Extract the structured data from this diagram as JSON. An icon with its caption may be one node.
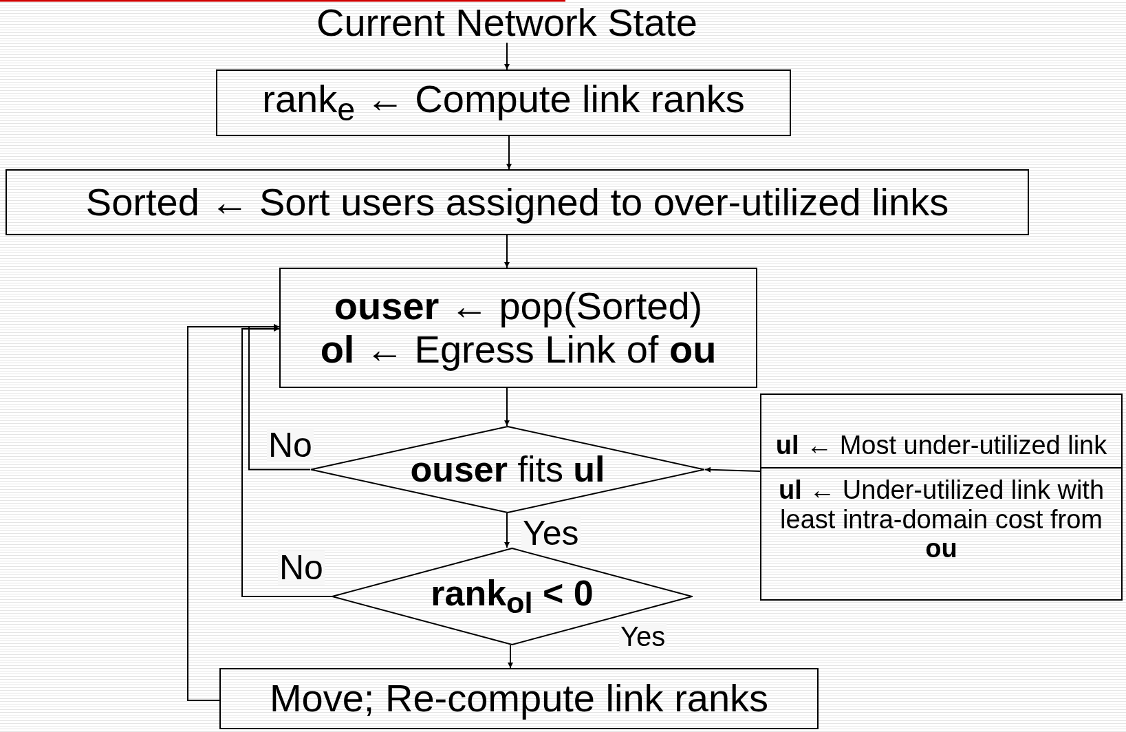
{
  "diagram": {
    "nodes": [
      {
        "text": [
          "Current Network State"
        ]
      },
      {
        "text": [
          "rank$_{e}$ ← Compute link ranks"
        ]
      },
      {
        "text": [
          "Sorted ← Sort users assigned to over-utilized links"
        ]
      },
      {
        "text": [
          "**ouser** ← pop(Sorted)",
          "**ol** ← Egress Link of **ou**"
        ]
      },
      {
        "text": [
          "**ouser** fits **ul**"
        ]
      },
      {
        "text": [
          "rank$_{ol}$ < 0"
        ]
      },
      {
        "text": [
          "Move; Re-compute link ranks"
        ]
      },
      {
        "text": [
          "**ul** ← Most under-utilized link",
          "**ul** ← Under-utilized link with least intra-domain cost from **ou**"
        ]
      }
    ],
    "edges": [
      {
        "from": 0,
        "to": 1,
        "arrow": "to"
      },
      {
        "from": 1,
        "to": 2,
        "arrow": "to"
      },
      {
        "from": 2,
        "to": 3,
        "arrow": "to"
      },
      {
        "from": 3,
        "to": 4,
        "arrow": "to"
      },
      {
        "from": 7,
        "to": 4,
        "arrow": "to"
      },
      {
        "from": 4,
        "to": 3,
        "arrow": "to",
        "label": "No"
      },
      {
        "from": 4,
        "to": 5,
        "arrow": "to",
        "label": "Yes"
      },
      {
        "from": 5,
        "to": 3,
        "arrow": "to",
        "label": "No"
      },
      {
        "from": 5,
        "to": 6,
        "arrow": "to",
        "label": "Yes"
      },
      {
        "from": 6,
        "to": 3,
        "arrow": "to"
      }
    ]
  }
}
